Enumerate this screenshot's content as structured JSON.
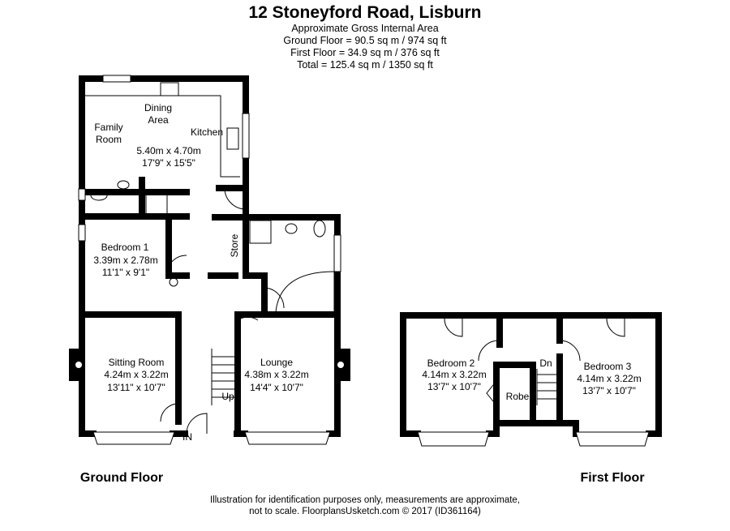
{
  "header": {
    "title": "12 Stoneyford Road, Lisburn",
    "subtitle": "Approximate Gross Internal Area",
    "ground_area": "Ground Floor = 90.5 sq m / 974 sq ft",
    "first_area": "First Floor = 34.9 sq m / 376 sq ft",
    "total_area": "Total = 125.4 sq m / 1350 sq ft"
  },
  "ground_floor": {
    "label": "Ground Floor",
    "rooms": {
      "dining": [
        "Dining",
        "Area"
      ],
      "family": [
        "Family",
        "Room"
      ],
      "kitchen": "Kitchen",
      "kitchen_dims": [
        "5.40m x 4.70m",
        "17'9\" x 15'5\""
      ],
      "bedroom1": [
        "Bedroom 1",
        "3.39m x 2.78m",
        "11'1\" x 9'1\""
      ],
      "store": "Store",
      "sitting": [
        "Sitting Room",
        "4.24m x 3.22m",
        "13'11\" x 10'7\""
      ],
      "lounge": [
        "Lounge",
        "4.38m x 3.22m",
        "14'4\" x 10'7\""
      ],
      "up": "Up",
      "in": "IN"
    }
  },
  "first_floor": {
    "label": "First Floor",
    "rooms": {
      "bedroom2": [
        "Bedroom 2",
        "4.14m x 3.22m",
        "13'7\" x 10'7\""
      ],
      "bedroom3": [
        "Bedroom 3",
        "4.14m x 3.22m",
        "13'7\" x 10'7\""
      ],
      "dn": "Dn",
      "robe": "Robe"
    }
  },
  "footer": {
    "line1": "Illustration for identification purposes only, measurements are approximate,",
    "line2": "not to scale. FloorplansUsketch.com © 2017 (ID361164)"
  }
}
